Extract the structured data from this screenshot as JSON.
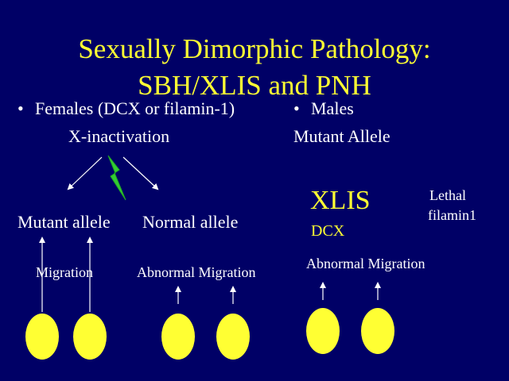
{
  "slide": {
    "title_line1": "Sexually Dimorphic Pathology:",
    "title_line2": "SBH/XLIS and PNH",
    "colors": {
      "background": "#000066",
      "title": "#ffff33",
      "text": "#ffffff",
      "cell": "#ffff33",
      "lightning": "#33cc33"
    }
  },
  "females": {
    "bullet": "•",
    "heading": "Females (DCX or filamin-1)",
    "mechanism": "X-inactivation",
    "mutant_label": "Mutant allele",
    "normal_label": "Normal allele",
    "mutant_result": "Migration",
    "normal_result": "Abnormal Migration"
  },
  "males": {
    "bullet": "•",
    "heading": "Males",
    "subheading": "Mutant Allele",
    "xlis_label": "XLIS",
    "dcx_label": "DCX",
    "lethal_label": "Lethal",
    "filamin_label": "filamin1",
    "result": "Abnormal Migration"
  },
  "icons": {
    "lightning": "lightning-bolt-icon"
  }
}
